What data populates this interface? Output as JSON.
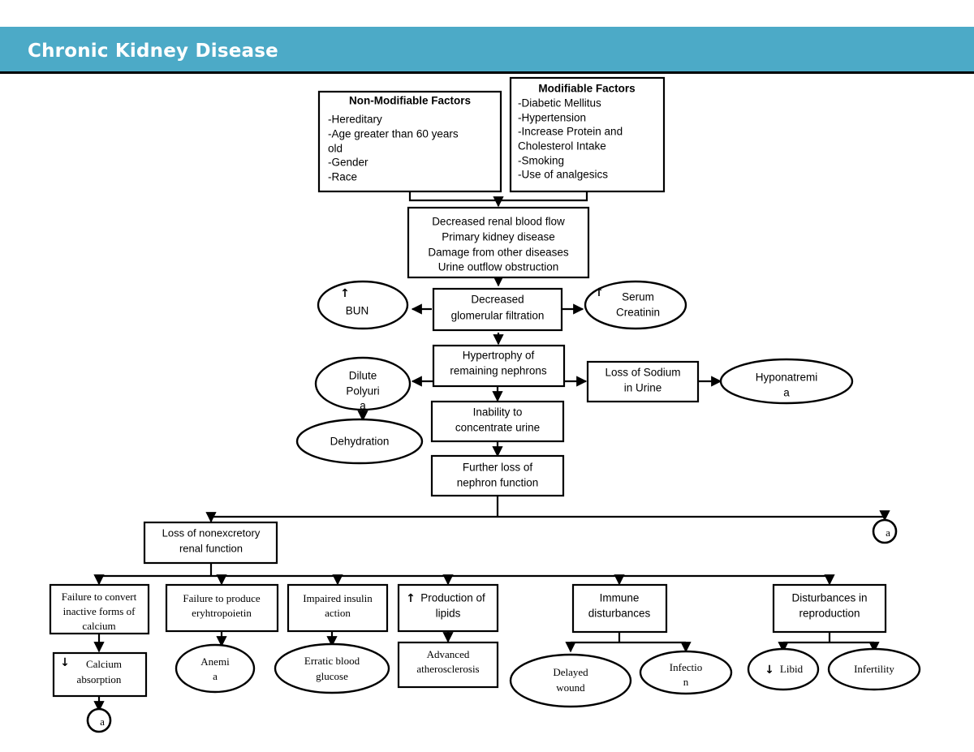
{
  "header": {
    "title": "Chronic Kidney Disease",
    "bar_color": "#4caac7",
    "title_color": "#ffffff"
  },
  "diagram": {
    "type": "flowchart",
    "title": "Chronic Kidney Disease pathophysiology concept map",
    "nodes": {
      "non_modifiable": {
        "shape": "box",
        "heading": "Non-Modifiable Factors",
        "items": [
          "-Hereditary",
          "-Age greater than 60 years",
          "old",
          "-Gender",
          "-Race"
        ]
      },
      "modifiable": {
        "shape": "box",
        "heading": "Modifiable Factors",
        "items": [
          "-Diabetic Mellitus",
          "-Hypertension",
          "-Increase Protein and",
          "Cholesterol Intake",
          "-Smoking",
          "-Use of analgesics"
        ]
      },
      "causes": {
        "shape": "box",
        "lines": [
          "Decreased renal blood flow",
          "Primary kidney disease",
          "Damage from other diseases",
          "Urine outflow obstruction"
        ]
      },
      "bun": {
        "shape": "ellipse",
        "marker": "up",
        "lines": [
          "BUN"
        ]
      },
      "decreased_gfr": {
        "shape": "box",
        "lines": [
          "Decreased",
          "glomerular filtration"
        ]
      },
      "serum_creatinin": {
        "shape": "ellipse",
        "marker": "up",
        "lines": [
          "Serum",
          "Creatinin"
        ]
      },
      "dilute_polyuria": {
        "shape": "ellipse",
        "lines": [
          "Dilute",
          "Polyuri",
          "a"
        ]
      },
      "hypertrophy": {
        "shape": "box",
        "lines": [
          "Hypertrophy of",
          "remaining nephrons"
        ]
      },
      "loss_of_sodium": {
        "shape": "box",
        "lines": [
          "Loss of Sodium",
          "in Urine"
        ]
      },
      "hyponatremia": {
        "shape": "ellipse",
        "lines": [
          "Hyponatremi",
          "a"
        ]
      },
      "dehydration": {
        "shape": "ellipse",
        "lines": [
          "Dehydration"
        ]
      },
      "inability_concentrate": {
        "shape": "box",
        "lines": [
          "Inability to",
          "concentrate urine"
        ]
      },
      "further_loss": {
        "shape": "box",
        "lines": [
          "Further loss of",
          "nephron function"
        ]
      },
      "loss_nonexcretory": {
        "shape": "box",
        "lines": [
          "Loss of nonexcretory",
          "renal function"
        ]
      },
      "right_circle": {
        "shape": "circle",
        "lines": [
          "a"
        ]
      },
      "failure_convert_calcium": {
        "shape": "box",
        "lines": [
          "Failure to convert",
          "inactive forms of",
          "calcium"
        ]
      },
      "failure_erythropoietin": {
        "shape": "box",
        "lines": [
          "Failure to produce",
          "eryhtropoietin"
        ]
      },
      "impaired_insulin": {
        "shape": "box",
        "lines": [
          "Impaired insulin",
          "action"
        ]
      },
      "production_lipids": {
        "shape": "box",
        "marker": "up",
        "lines": [
          "Production of",
          "lipids"
        ]
      },
      "immune_disturbances": {
        "shape": "box",
        "lines": [
          "Immune",
          "disturbances"
        ]
      },
      "disturbances_reproduction": {
        "shape": "box",
        "lines": [
          "Disturbances in",
          "reproduction"
        ]
      },
      "calcium_absorption": {
        "shape": "box",
        "marker": "down",
        "lines": [
          "Calcium",
          "absorption"
        ]
      },
      "calcium_circle": {
        "shape": "circle",
        "lines": [
          "a"
        ]
      },
      "anemia": {
        "shape": "ellipse",
        "lines": [
          "Anemi",
          "a"
        ]
      },
      "erratic_glucose": {
        "shape": "ellipse",
        "lines": [
          "Erratic blood",
          "glucose"
        ]
      },
      "advanced_atherosclerosis": {
        "shape": "box",
        "lines": [
          "Advanced",
          "atherosclerosis"
        ]
      },
      "delayed_wound": {
        "shape": "ellipse",
        "lines": [
          "Delayed",
          "wound"
        ]
      },
      "infection": {
        "shape": "ellipse",
        "lines": [
          "Infectio",
          "n"
        ]
      },
      "libido": {
        "shape": "ellipse",
        "marker": "down",
        "lines": [
          "Libid"
        ]
      },
      "infertility": {
        "shape": "ellipse",
        "lines": [
          "Infertility"
        ]
      }
    },
    "markers": {
      "up": "↑",
      "down": "↓"
    }
  }
}
